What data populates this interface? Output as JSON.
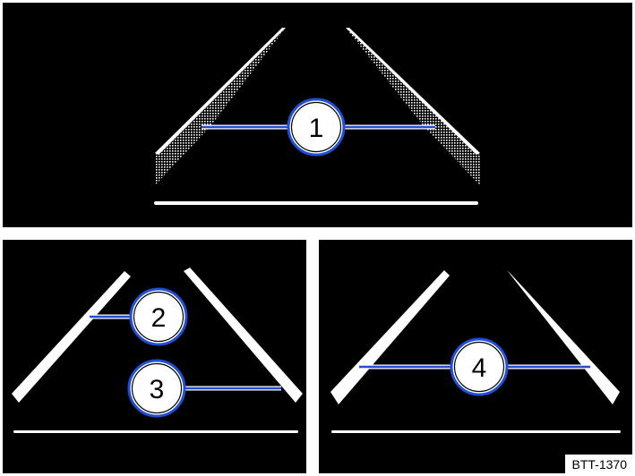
{
  "figure": {
    "code": "BTT-1370"
  },
  "callouts": {
    "c1": "1",
    "c2": "2",
    "c3": "3",
    "c4": "4"
  },
  "colors": {
    "background": "#000000",
    "guide_lines": "#ffffff",
    "callout_line": "#1f4fd8",
    "callout_border": "#1f4fd8",
    "callout_fill": "#ffffff",
    "frame": "#ffffff"
  },
  "icons": [
    "parking-guide-lines",
    "callout-marker"
  ]
}
